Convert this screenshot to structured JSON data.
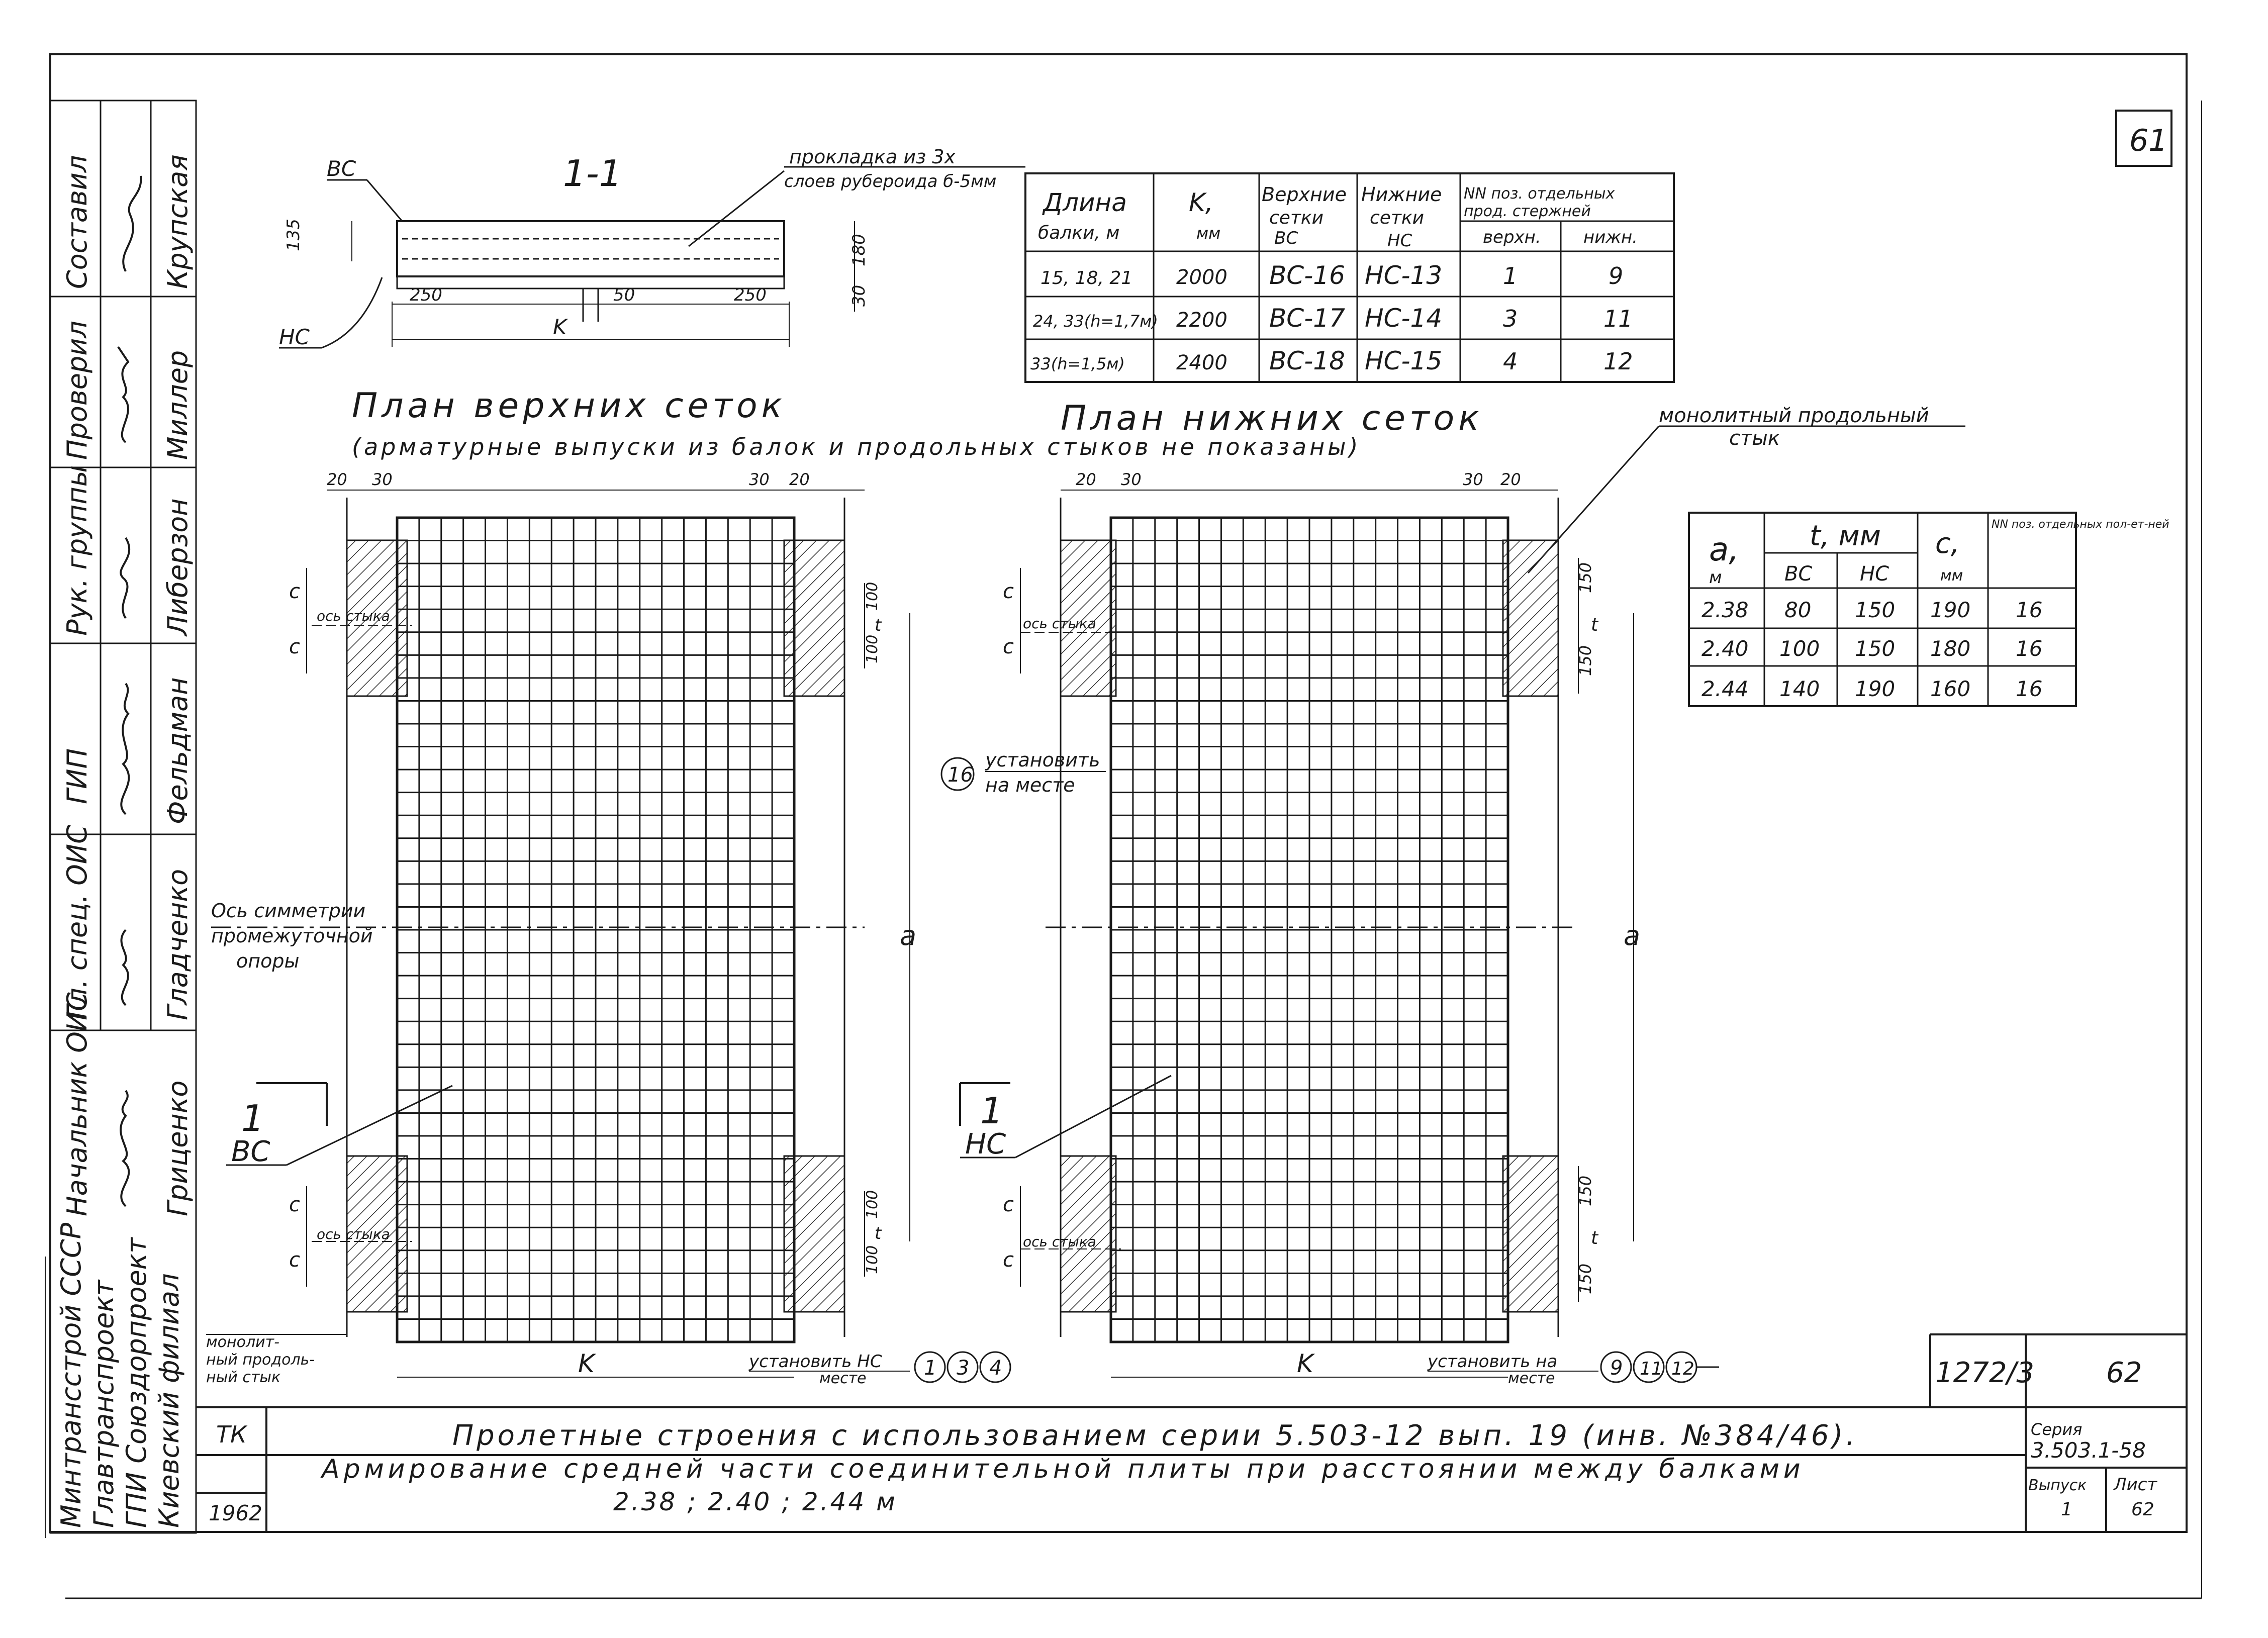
{
  "sheet_no_top": "61",
  "section": {
    "title": "1-1",
    "vs_label": "ВС",
    "ns_label": "НС",
    "pad_note_1": "прокладка из 3х",
    "pad_note_2": "слоев рубероида б-5мм",
    "dim_135": "135",
    "dim_180": "180",
    "dim_30": "30",
    "dim_250a": "250",
    "dim_50": "50",
    "dim_250b": "250",
    "dim_k": "K"
  },
  "table1": {
    "headers": [
      "Длина балки, м",
      "K, мм",
      "Верхние сетки ВС",
      "Нижние сетки НС",
      "NN поз. отдельных прод. стержней"
    ],
    "h_len_1": "Длина",
    "h_len_2": "балки, м",
    "h_k_1": "K,",
    "h_k_2": "мм",
    "h_vs_1": "Верхние",
    "h_vs_2": "сетки",
    "h_vs_3": "ВС",
    "h_ns_1": "Нижние",
    "h_ns_2": "сетки",
    "h_ns_3": "НС",
    "h_nn_1": "NN поз. отдельных",
    "h_nn_2": "прод. стержней",
    "h_top": "верхн.",
    "h_bot": "нижн.",
    "rows": [
      {
        "len": "15, 18, 21",
        "k": "2000",
        "vs": "ВС-16",
        "ns": "НС-13",
        "top": "1",
        "bot": "9"
      },
      {
        "len": "24, 33(h=1,7м)",
        "k": "2200",
        "vs": "ВС-17",
        "ns": "НС-14",
        "top": "3",
        "bot": "11"
      },
      {
        "len": "33(h=1,5м)",
        "k": "2400",
        "vs": "ВС-18",
        "ns": "НС-15",
        "top": "4",
        "bot": "12"
      }
    ]
  },
  "plan_top": {
    "title": "План верхних сеток",
    "note": "(арматурные выпуски из балок и продольных стыков не показаны)",
    "dim_20": "20",
    "dim_30": "30",
    "dim_c": "c",
    "axis_joint": "ось стыка",
    "dim_100": "100",
    "dim_t": "t",
    "sym_axis_1": "Ось симметрии",
    "sym_axis_2": "промежуточной",
    "sym_axis_3": "опоры",
    "sec_mark": "1",
    "vs_label": "ВС",
    "joint_1": "монолит-",
    "joint_2": "ный продоль-",
    "joint_3": "ный стык",
    "install_1": "установить НС",
    "install_2": "месте",
    "bubbles": [
      "1",
      "3",
      "4"
    ],
    "dim_k": "K"
  },
  "plan_bottom": {
    "title": "План нижних сеток",
    "mono_1": "монолитный продольный",
    "mono_2": "стык",
    "dim_20": "20",
    "dim_30": "30",
    "dim_150": "150",
    "dim_t": "t",
    "axis_joint": "ось стыка",
    "sec_mark": "1",
    "ns_label": "НС",
    "install_1": "установить на",
    "install_2": "месте",
    "bubbles": [
      "9",
      "11",
      "12"
    ],
    "dim_k": "K",
    "dim_a": "a"
  },
  "callout16": {
    "num": "16",
    "line1": "установить",
    "line2": "на месте"
  },
  "table2": {
    "h_a_1": "a,",
    "h_a_2": "м",
    "h_t": "t, мм",
    "h_vs": "ВС",
    "h_ns": "НС",
    "h_c_1": "c,",
    "h_c_2": "мм",
    "h_nn": "NN поз. отдельных пол-ет-ней",
    "rows": [
      {
        "a": "2.38",
        "vs": "80",
        "ns": "150",
        "c": "190",
        "nn": "16"
      },
      {
        "a": "2.40",
        "vs": "100",
        "ns": "150",
        "c": "180",
        "nn": "16"
      },
      {
        "a": "2.44",
        "vs": "140",
        "ns": "190",
        "c": "160",
        "nn": "16"
      }
    ]
  },
  "left_stamp": {
    "roles": [
      "Составил",
      "Проверил",
      "Рук. группы",
      "ГИП",
      "Гл. спец. ОИС",
      "Начальник ОИС"
    ],
    "names": [
      "Крупская",
      "Миллер",
      "Либерзон",
      "Фельдман",
      "Гладченко",
      "Гриценко"
    ],
    "org_1": "Минтрансстрой СССР",
    "org_2": "Главтранспроект",
    "org_3": "ГПИ Союздорпроект",
    "org_4": "Киевский филиал"
  },
  "title_block": {
    "tk": "ТК",
    "year": "1962",
    "line1": "Пролетные строения с использованием серии 5.503-12 вып. 19 (инв. №384/46).",
    "line2": "Армирование средней части соединительной плиты при расстоянии между балками",
    "line3": "2.38 ; 2.40 ; 2.44 м",
    "doc_no": "1272/3",
    "sheet": "62",
    "series_label": "Серия",
    "series": "3.503.1-58",
    "issue_label": "Выпуск",
    "issue": "1",
    "sheet_label": "Лист",
    "sheet_no": "62"
  }
}
